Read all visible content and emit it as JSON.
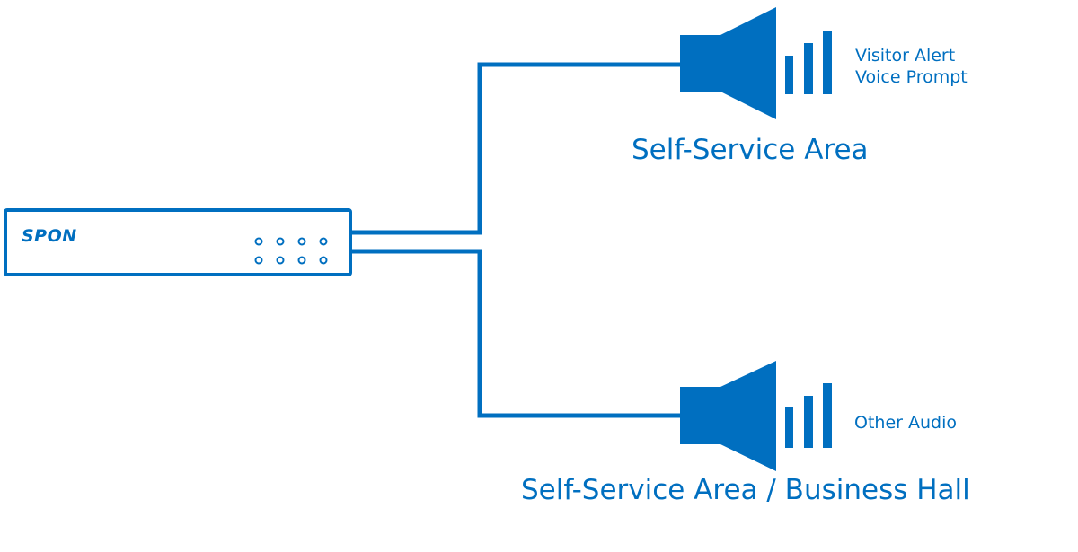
{
  "colors": {
    "primary": "#006fc0",
    "background": "#ffffff"
  },
  "device": {
    "brand": "SPON",
    "icon": "amplifier-device-icon"
  },
  "speakers": [
    {
      "icon": "speaker-icon",
      "note_lines": [
        "Visitor Alert",
        "Voice Prompt"
      ],
      "area": "Self-Service Area"
    },
    {
      "icon": "speaker-icon",
      "note_lines": [
        "Other Audio"
      ],
      "area": "Self-Service Area / Business Hall"
    }
  ]
}
